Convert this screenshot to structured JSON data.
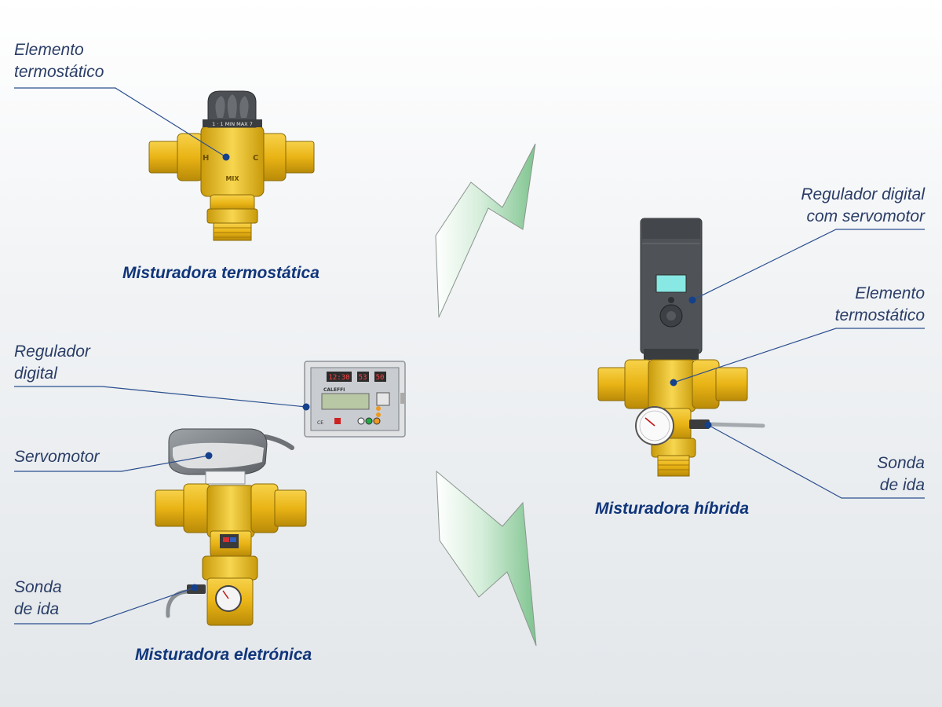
{
  "top_group": {
    "callout": {
      "line1": "Elemento",
      "line2": "termostático"
    },
    "caption": "Misturadora termostática",
    "valve_marks": {
      "hot": "H",
      "cold": "C",
      "scale": "1 · 1  MIN  MAX  7",
      "brand": "MIX"
    }
  },
  "bottom_group": {
    "callout_regulator": {
      "line1": "Regulador",
      "line2": "digital"
    },
    "callout_servomotor": "Servomotor",
    "callout_sensor": {
      "line1": "Sonda",
      "line2": "de ida"
    },
    "caption": "Misturadora eletrónica",
    "display": {
      "time": "12:30",
      "value1": "53",
      "value2": "50",
      "brand": "CALEFFI",
      "ce": "CE"
    }
  },
  "right_group": {
    "callout_regulator": {
      "line1": "Regulador digital",
      "line2": "com servomotor"
    },
    "callout_element": {
      "line1": "Elemento",
      "line2": "termostático"
    },
    "callout_sensor": {
      "line1": "Sonda",
      "line2": "de ida"
    },
    "caption": "Misturadora híbrida"
  },
  "colors": {
    "label_text": "#2a3d66",
    "caption_text": "#10357a",
    "leader_line": "#2b4f8f",
    "marker_dot": "#14408c",
    "brass": "#e9b415",
    "brass_dark": "#a97d06",
    "arrow_green": "#93cfa0",
    "actuator_gray": "#4f5357"
  }
}
